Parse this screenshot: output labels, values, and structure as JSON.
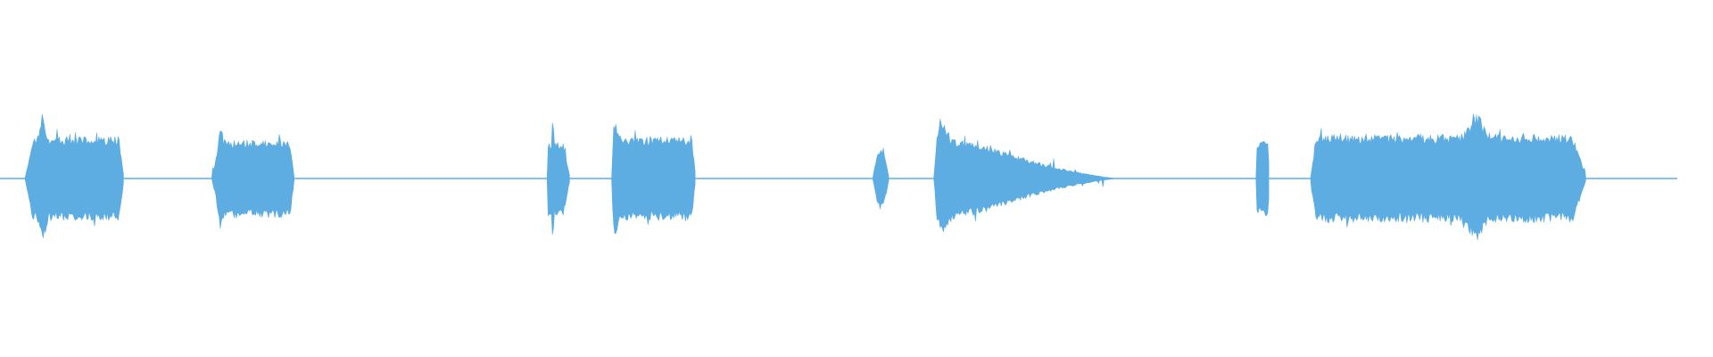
{
  "waveform": {
    "color": "#5dade2",
    "background": "#ffffff",
    "total_duration_units": 1000,
    "segments": [
      {
        "start": 0,
        "end": 60,
        "amp": 0.62,
        "attack": 0.08,
        "decay": 0.05,
        "peak": 1.0,
        "peak_at": 0.18
      },
      {
        "start": 113,
        "end": 163,
        "amp": 0.58,
        "attack": 0.1,
        "decay": 0.05,
        "peak": 0.8,
        "peak_at": 0.1
      },
      {
        "start": 316,
        "end": 330,
        "amp": 0.55,
        "attack": 0.05,
        "decay": 0.3,
        "peak": 0.95,
        "peak_at": 0.25
      },
      {
        "start": 355,
        "end": 406,
        "amp": 0.62,
        "attack": 0.02,
        "decay": 0.05,
        "peak": 0.88,
        "peak_at": 0.05
      },
      {
        "start": 513,
        "end": 523,
        "amp": 0.4,
        "attack": 0.3,
        "decay": 0.3,
        "peak": 0.45,
        "peak_at": 0.5
      },
      {
        "start": 550,
        "end": 660,
        "amp": 0.62,
        "attack": 0.02,
        "decay": 0.75,
        "peak": 0.85,
        "peak_at": 0.05
      },
      {
        "start": 745,
        "end": 753,
        "amp": 0.55,
        "attack": 0.05,
        "decay": 0.05,
        "peak": 0.6,
        "peak_at": 0.5
      },
      {
        "start": 778,
        "end": 945,
        "amp": 0.65,
        "attack": 0.02,
        "decay": 0.05,
        "peak": 0.95,
        "peak_at": 0.6
      }
    ]
  }
}
